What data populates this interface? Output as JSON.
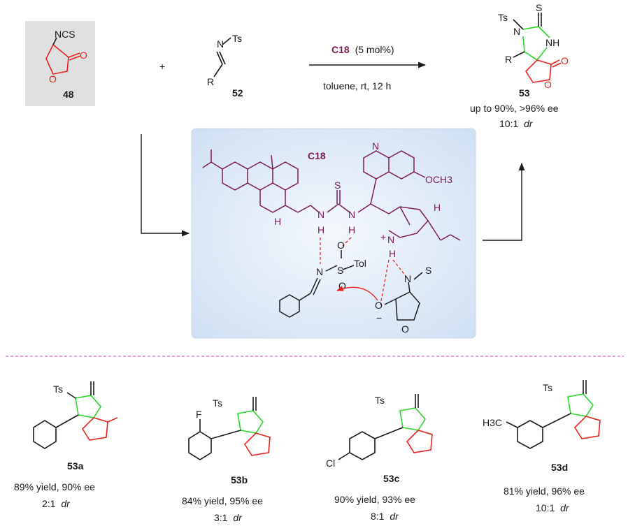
{
  "reaction": {
    "sm1": {
      "label": "48",
      "group": "NCS",
      "carbonyl_o": "O",
      "ring_o": "O"
    },
    "plus": "+",
    "sm2": {
      "label": "52",
      "r": "R",
      "n": "N",
      "ts": "Ts"
    },
    "catalyst": {
      "name": "C18",
      "loading": "(5 mol%)"
    },
    "conditions": "toluene, rt, 12 h",
    "product": {
      "label": "53",
      "ts": "Ts",
      "n1": "N",
      "s": "S",
      "nh": "NH",
      "r": "R",
      "co": "O",
      "ring_o": "O",
      "yield_ee": "up to 90%, >96% ee",
      "dr_value": "10:1",
      "dr_word": "dr"
    }
  },
  "transition_state": {
    "catalyst_label": "C18",
    "quinoline_n": "N",
    "och3": "OCH3",
    "thiourea_s": "S",
    "nh1_n": "N",
    "nh1_h": "H",
    "nh2_n": "N",
    "nh2_h": "H",
    "methyl_h": "H",
    "plus": "+",
    "quin_n": "N",
    "quin_h": "H",
    "bridge_h": "H",
    "sulfonyl": {
      "o_top": "O",
      "s": "S",
      "o_bottom": "O",
      "tol": "Tol",
      "n": "N"
    },
    "enolate": {
      "n": "N",
      "s": "S",
      "o_minus": "O",
      "minus": "−",
      "ring_o": "O"
    }
  },
  "examples": [
    {
      "label": "53a",
      "yield": "89% yield, 90% ee",
      "dr_value": "2:1",
      "dr_word": "dr",
      "substituent": ""
    },
    {
      "label": "53b",
      "yield": "84% yield, 95% ee",
      "dr_value": "3:1",
      "dr_word": "dr",
      "substituent": "F"
    },
    {
      "label": "53c",
      "yield": "90% yield, 93% ee",
      "dr_value": "8:1",
      "dr_word": "dr",
      "substituent": "Cl"
    },
    {
      "label": "53d",
      "yield": "81% yield, 96% ee",
      "dr_value": "10:1",
      "dr_word": "dr",
      "substituent": "H3C"
    }
  ],
  "colors": {
    "lactone": "#e8201e",
    "imidazolidine": "#2ad62a",
    "catalyst": "#7b1a55",
    "ts_box": "#dbe9f8",
    "divider": "#e080e0",
    "sm_box": "#e0e0e0"
  }
}
